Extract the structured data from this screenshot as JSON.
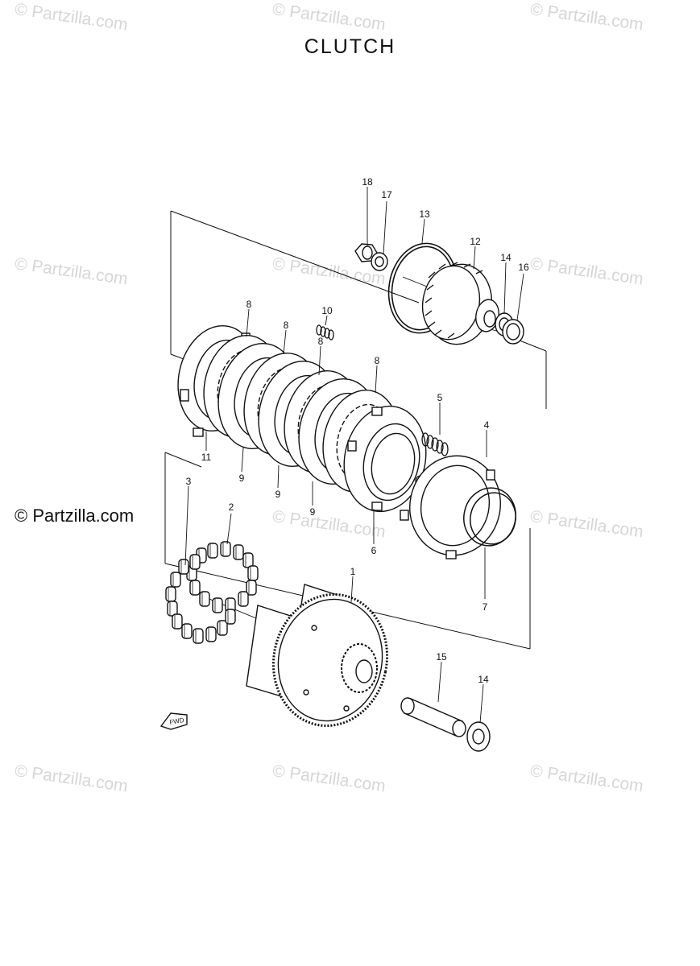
{
  "title": "CLUTCH",
  "brand": "© Partzilla.com",
  "watermark": "© Partzilla.com",
  "callouts": {
    "p1": "1",
    "p2": "2",
    "p3": "3",
    "p4": "4",
    "p5": "5",
    "p6": "6",
    "p7": "7",
    "p8a": "8",
    "p8b": "8",
    "p8c": "8",
    "p8d": "8",
    "p9a": "9",
    "p9b": "9",
    "p9c": "9",
    "p10": "10",
    "p11": "11",
    "p12": "12",
    "p13": "13",
    "p14a": "14",
    "p14b": "14",
    "p15": "15",
    "p16": "16",
    "p17": "17",
    "p18": "18"
  },
  "fwd_label": "FWD"
}
